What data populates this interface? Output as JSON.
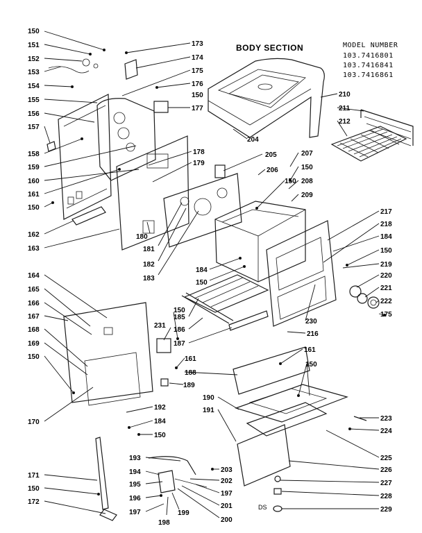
{
  "header": {
    "title": "BODY SECTION",
    "model_heading": "MODEL NUMBER",
    "models": [
      "103.7416801",
      "103.7416841",
      "103.7416861"
    ]
  },
  "left_labels": [
    "150",
    "151",
    "152",
    "153",
    "154",
    "155",
    "156",
    "157",
    "158",
    "159",
    "160",
    "161",
    "150",
    "162",
    "163",
    "164",
    "165",
    "166",
    "167",
    "168",
    "169",
    "150",
    "170",
    "171",
    "150",
    "172"
  ],
  "right_labels": [
    "173",
    "174",
    "175",
    "176",
    "150",
    "177",
    "178",
    "179",
    "180",
    "181",
    "182",
    "183",
    "184",
    "150",
    "185",
    "186",
    "187",
    "150",
    "231",
    "161",
    "188",
    "189",
    "192",
    "184",
    "150",
    "193",
    "194",
    "195",
    "196",
    "197",
    "198",
    "199",
    "200",
    "201",
    "202",
    "197",
    "203",
    "204",
    "205",
    "206",
    "150",
    "207",
    "150",
    "208",
    "209",
    "210",
    "211",
    "212",
    "217",
    "218",
    "184",
    "150",
    "219",
    "220",
    "221",
    "222",
    "175",
    "216",
    "230",
    "161",
    "150",
    "190",
    "191",
    "223",
    "224",
    "225",
    "226",
    "227",
    "228",
    "229"
  ],
  "footer": {
    "page_mark": "DS"
  }
}
